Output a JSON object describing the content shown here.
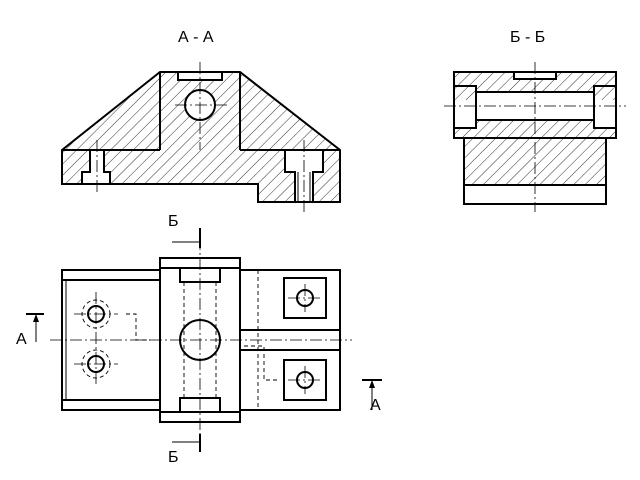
{
  "labels": {
    "section_aa_title": "А - А",
    "section_bb_title": "Б - Б",
    "cut_b_top": "Б",
    "cut_b_bottom": "Б",
    "cut_a_left": "А",
    "cut_a_right": "А"
  },
  "colors": {
    "line": "#000000",
    "background": "#ffffff"
  }
}
